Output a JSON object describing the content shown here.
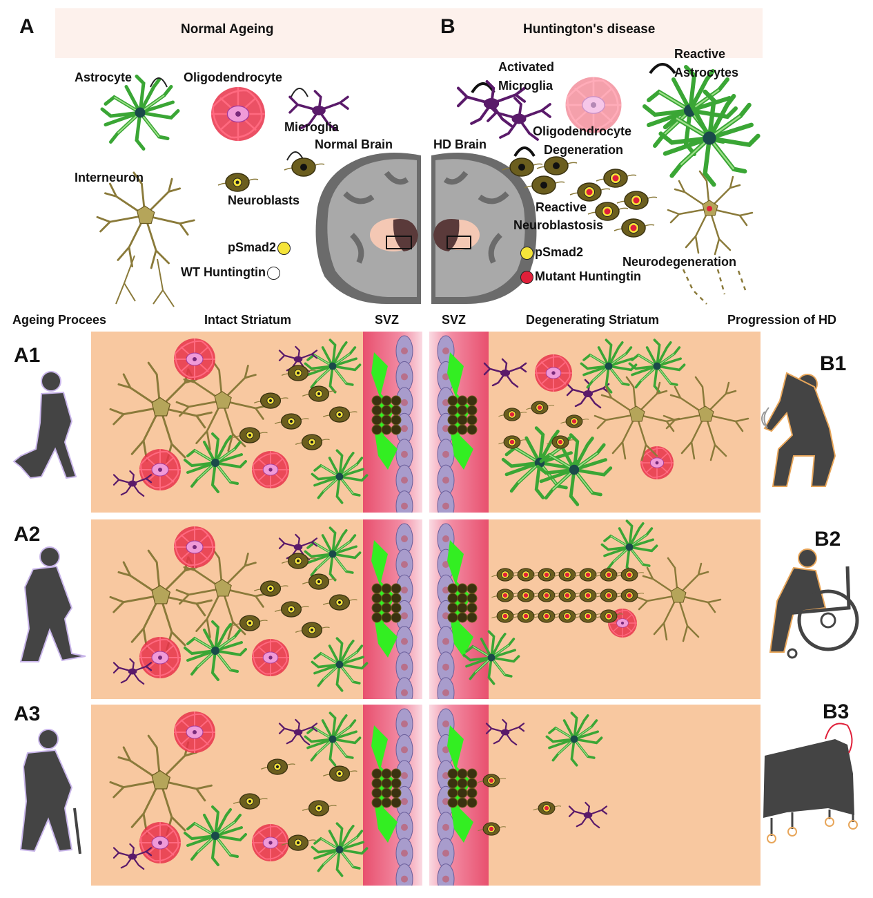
{
  "panel_a": {
    "letter": "A",
    "title": "Normal Ageing"
  },
  "panel_b": {
    "letter": "B",
    "title": "Huntington's disease"
  },
  "cells_a": {
    "astrocyte": "Astrocyte",
    "oligodendrocyte": "Oligodendrocyte",
    "microglia": "Microglia",
    "interneuron": "Interneuron",
    "neuroblasts": "Neuroblasts",
    "normal_brain": "Normal Brain"
  },
  "legend_a": {
    "psmad2": "pSmad2",
    "wt_huntingtin": "WT Huntingtin"
  },
  "cells_b": {
    "activated_microglia_1": "Activated",
    "activated_microglia_2": "Microglia",
    "reactive_astrocytes_1": "Reactive",
    "reactive_astrocytes_2": "Astrocytes",
    "hd_brain": "HD Brain",
    "oligo_degeneration_1": "Oligodendrocyte",
    "oligo_degeneration_2": "Degeneration",
    "reactive_neuroblastosis_1": "Reactive",
    "reactive_neuroblastosis_2": "Neuroblastosis",
    "neurodegeneration": "Neurodegeneration"
  },
  "legend_b": {
    "psmad2": "pSmad2",
    "mutant_huntingtin": "Mutant Huntingtin"
  },
  "section_labels": {
    "ageing_process": "Ageing Procees",
    "intact_striatum": "Intact Striatum",
    "svz_left": "SVZ",
    "svz_right": "SVZ",
    "degenerating_striatum": "Degenerating Striatum",
    "progression_hd": "Progression of HD"
  },
  "row_labels": {
    "a1": "A1",
    "a2": "A2",
    "a3": "A3",
    "b1": "B1",
    "b2": "B2",
    "b3": "B3"
  },
  "colors": {
    "panel_bg": "#f8c8a0",
    "astrocyte": "#3aa635",
    "oligodendrocyte": "#e8334a",
    "microglia": "#5a1a6a",
    "neuron": "#8a7a3a",
    "neuroblast": "#6b5e1e",
    "psmad2": "#f5e43a",
    "mutant_huntingtin": "#e0203a",
    "svz_green": "#33ee22",
    "ependymal": "#a89ccc"
  }
}
